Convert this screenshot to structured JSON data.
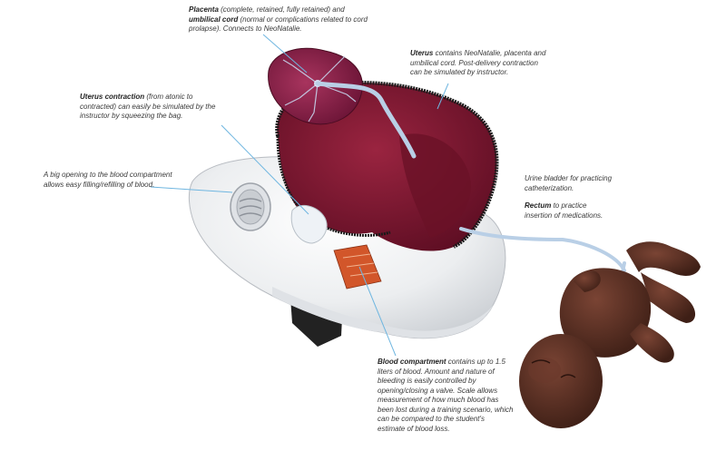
{
  "callouts": {
    "placenta": {
      "title": "Placenta",
      "text1": " (complete, retained, fully retained) and ",
      "title2": "umbilical cord",
      "text2": " (normal or complications related to cord prolapse). Connects to NeoNatalie."
    },
    "uterus": {
      "title": "Uterus",
      "text": " contains NeoNatalie, placenta and umbilical cord. Post-delivery contraction can be simulated by instructor."
    },
    "contraction": {
      "title": "Uterus contraction",
      "text": " (from atonic to contracted) can easily be simulated by the instructor by squeezing the bag."
    },
    "opening": {
      "text": "A big opening to the blood compartment allows easy filling/refilling of blood."
    },
    "bladder": {
      "text": "Urine bladder for practicing catheterization."
    },
    "rectum": {
      "title": "Rectum",
      "text": " to practice insertion of medications."
    },
    "blood": {
      "title": "Blood compartment",
      "text": " contains up to 1.5 liters of blood. Amount and nature of bleeding is easily controlled by opening/closing a valve. Scale allows measurement of how much blood has been lost during a training scenario, which can be compared to the student's estimate of blood loss."
    }
  },
  "colors": {
    "leader_line": "#6fb6e0",
    "uterus": "#7a1530",
    "placenta": "#8a2448",
    "cord": "#b9cfe6",
    "body_shell": "#eef0f2",
    "baby_skin": "#5e3226",
    "blood_scale": "#d2562a"
  }
}
